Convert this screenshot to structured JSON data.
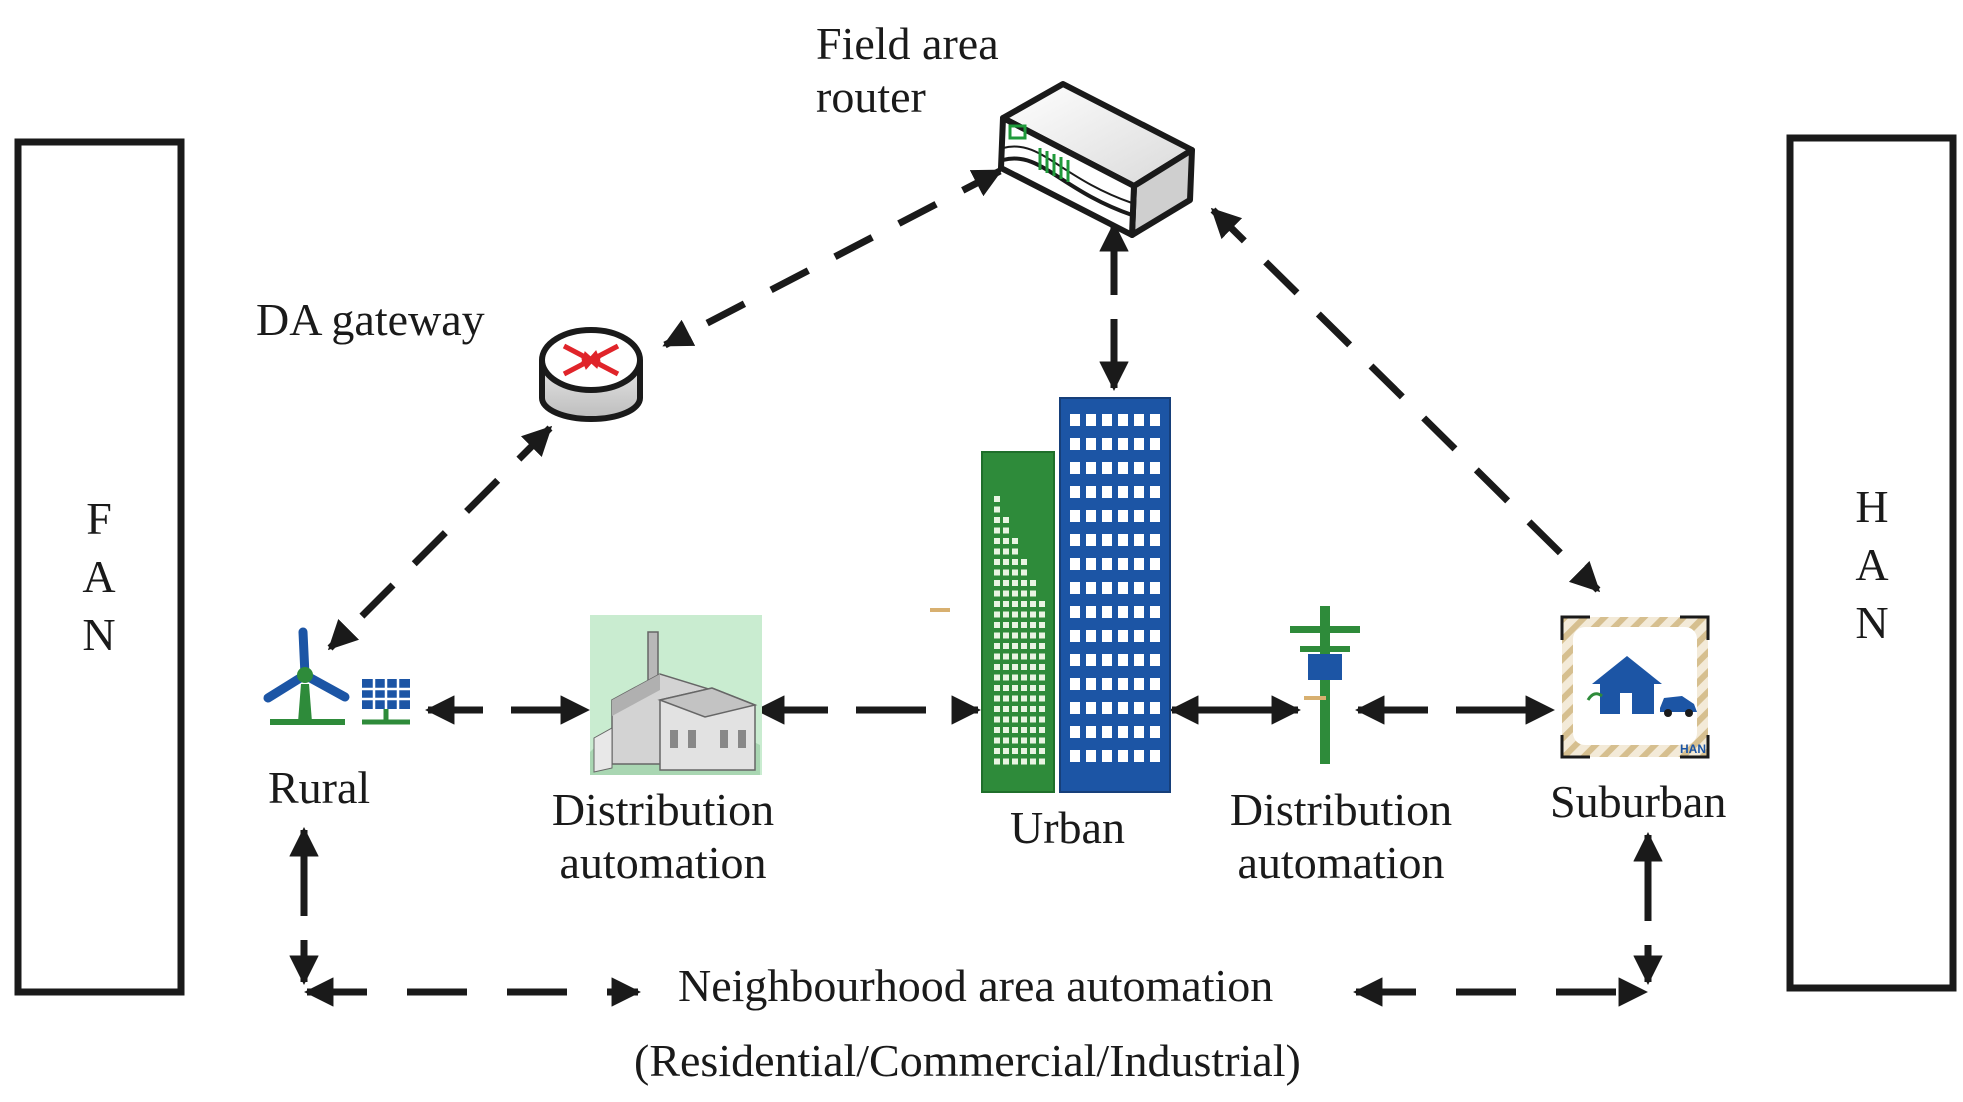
{
  "side_panels": {
    "left": {
      "letters": [
        "F",
        "A",
        "N"
      ]
    },
    "right": {
      "letters": [
        "H",
        "A",
        "N"
      ]
    }
  },
  "nodes": {
    "field_area_router": {
      "label_line1": "Field area",
      "label_line2": "router"
    },
    "da_gateway": {
      "label": "DA gateway"
    },
    "rural": {
      "label": "Rural"
    },
    "distribution_automation_left": {
      "label_line1": "Distribution",
      "label_line2": "automation"
    },
    "urban": {
      "label": "Urban"
    },
    "distribution_automation_right": {
      "label_line1": "Distribution",
      "label_line2": "automation"
    },
    "suburban": {
      "label": "Suburban",
      "badge": "HAN"
    }
  },
  "neighbourhood": {
    "label": "Neighbourhood area automation",
    "sublabel": "(Residential/Commercial/Industrial)"
  },
  "colors": {
    "ink": "#1a1a1a",
    "green": "#2e8b3a",
    "blue": "#1c55a5",
    "router_green": "#1f9a3a",
    "gateway_red": "#e0242a",
    "tan": "#c9ad7a"
  }
}
